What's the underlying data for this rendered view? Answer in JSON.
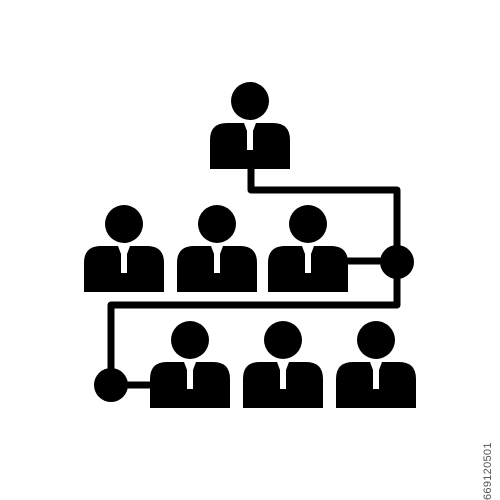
{
  "icon": {
    "name": "organization-hierarchy-icon",
    "color": "#000000",
    "background": "#ffffff",
    "top_count": 1,
    "middle_row_count": 3,
    "bottom_row_count": 3
  },
  "watermark": {
    "stock_id": "669120501"
  }
}
